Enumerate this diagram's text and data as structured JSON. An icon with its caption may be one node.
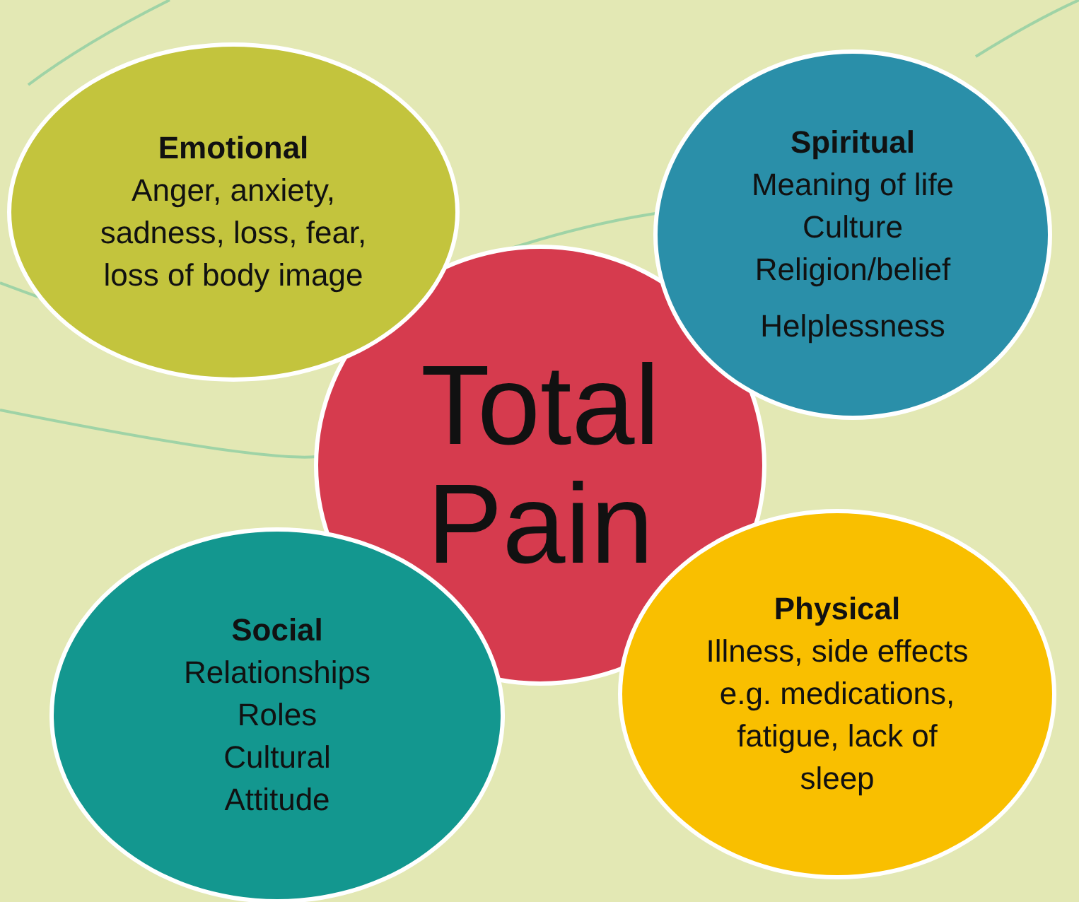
{
  "diagram": {
    "nodes": [
      {
        "text": [
          "Emotional",
          "Anger, anxiety, sadness, loss, fear, loss of body image"
        ]
      },
      {
        "text": [
          "Spiritual",
          "Meaning of life",
          "Culture",
          "Religion/belief",
          "Helplessness"
        ]
      },
      {
        "text": [
          "Total Pain"
        ]
      },
      {
        "text": [
          "Physical",
          "Illness, side effects e.g. medications, fatigue, lack of sleep"
        ]
      },
      {
        "text": [
          "Social",
          "Relationships",
          "Roles",
          "Cultural",
          "Attitude"
        ]
      }
    ]
  }
}
